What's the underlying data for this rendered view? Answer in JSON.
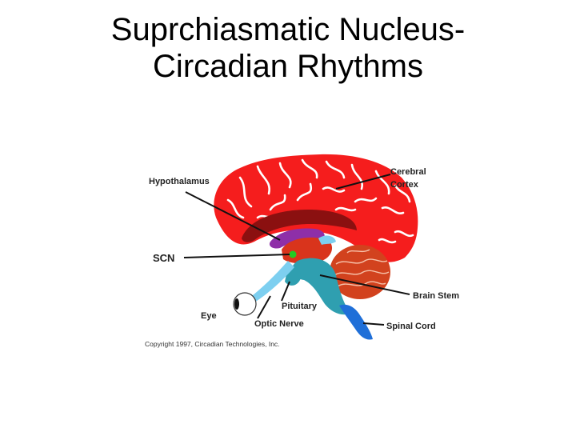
{
  "title": {
    "line1": "Suprchiasmatic Nucleus-",
    "line2": "Circadian Rhythms"
  },
  "labels": {
    "hypothalamus": "Hypothalamus",
    "cerebral_cortex_line1": "Cerebral",
    "cerebral_cortex_line2": "Cortex",
    "scn": "SCN",
    "brain_stem": "Brain Stem",
    "pituitary": "Pituitary",
    "eye": "Eye",
    "optic_nerve": "Optic Nerve",
    "spinal_cord": "Spinal Cord"
  },
  "copyright": "Copyright 1997, Circadian Technologies, Inc.",
  "colors": {
    "cortex": "#f51d1d",
    "gyri": "#ffffff",
    "inner_brain": "#8b1010",
    "hypothalamus": "#8e2fa8",
    "thalamus": "#d9341c",
    "cerebellum": "#d2421e",
    "brainstem": "#2f9fb0",
    "optic": "#7dcff0",
    "spinal_cord": "#1f6fd8",
    "scn": "#22cc22"
  }
}
